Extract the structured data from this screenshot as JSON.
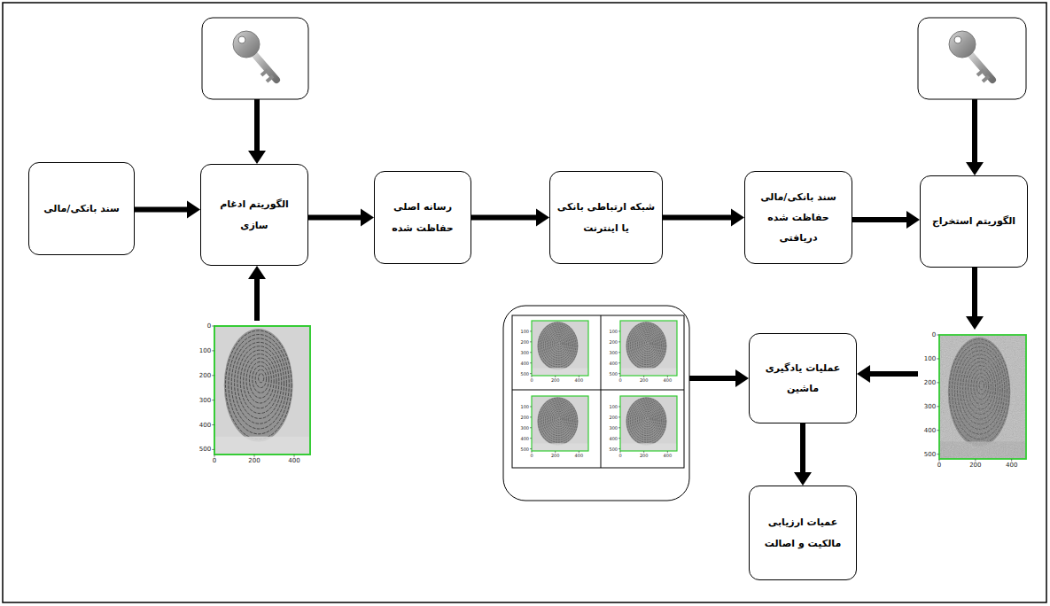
{
  "diagram": {
    "nodes": [
      {
        "text": [
          "سند بانکی/مالی"
        ]
      },
      {
        "text": [
          "الگوریتم ادغام سازی"
        ]
      },
      {
        "text": [
          "رسانه اصلی حفاظت شده"
        ]
      },
      {
        "text": [
          "شبکه ارتباطی بانکی یا اینترنت"
        ]
      },
      {
        "text": [
          "سند بانکی/مالی حفاظت شده دریافتی"
        ]
      },
      {
        "text": [
          "الگوریتم استخراج"
        ]
      },
      {
        "text": [
          "عملیات یادگیری ماشین"
        ]
      },
      {
        "text": [
          "عمیات ارزیابی مالکیت و اصالت"
        ]
      }
    ],
    "edges": [
      {
        "from": 0,
        "to": 1,
        "arrow": "to"
      },
      {
        "from": 1,
        "to": 2,
        "arrow": "to"
      },
      {
        "from": 2,
        "to": 3,
        "arrow": "to"
      },
      {
        "from": 3,
        "to": 4,
        "arrow": "to"
      },
      {
        "from": 4,
        "to": 5,
        "arrow": "to"
      },
      {
        "from": 6,
        "to": 7,
        "arrow": "to"
      }
    ],
    "labels": [
      "0",
      "100",
      "200",
      "300",
      "400",
      "500",
      "0",
      "200",
      "400",
      "100",
      "200",
      "300",
      "400",
      "500",
      "0",
      "200",
      "400",
      "100",
      "200",
      "300",
      "400",
      "500",
      "0",
      "200",
      "400",
      "100",
      "200",
      "300",
      "400",
      "500",
      "0",
      "200",
      "400",
      "100",
      "200",
      "300",
      "400",
      "500",
      "0",
      "200",
      "400",
      "0",
      "100",
      "200",
      "300",
      "400",
      "500",
      "0",
      "200",
      "400"
    ]
  }
}
